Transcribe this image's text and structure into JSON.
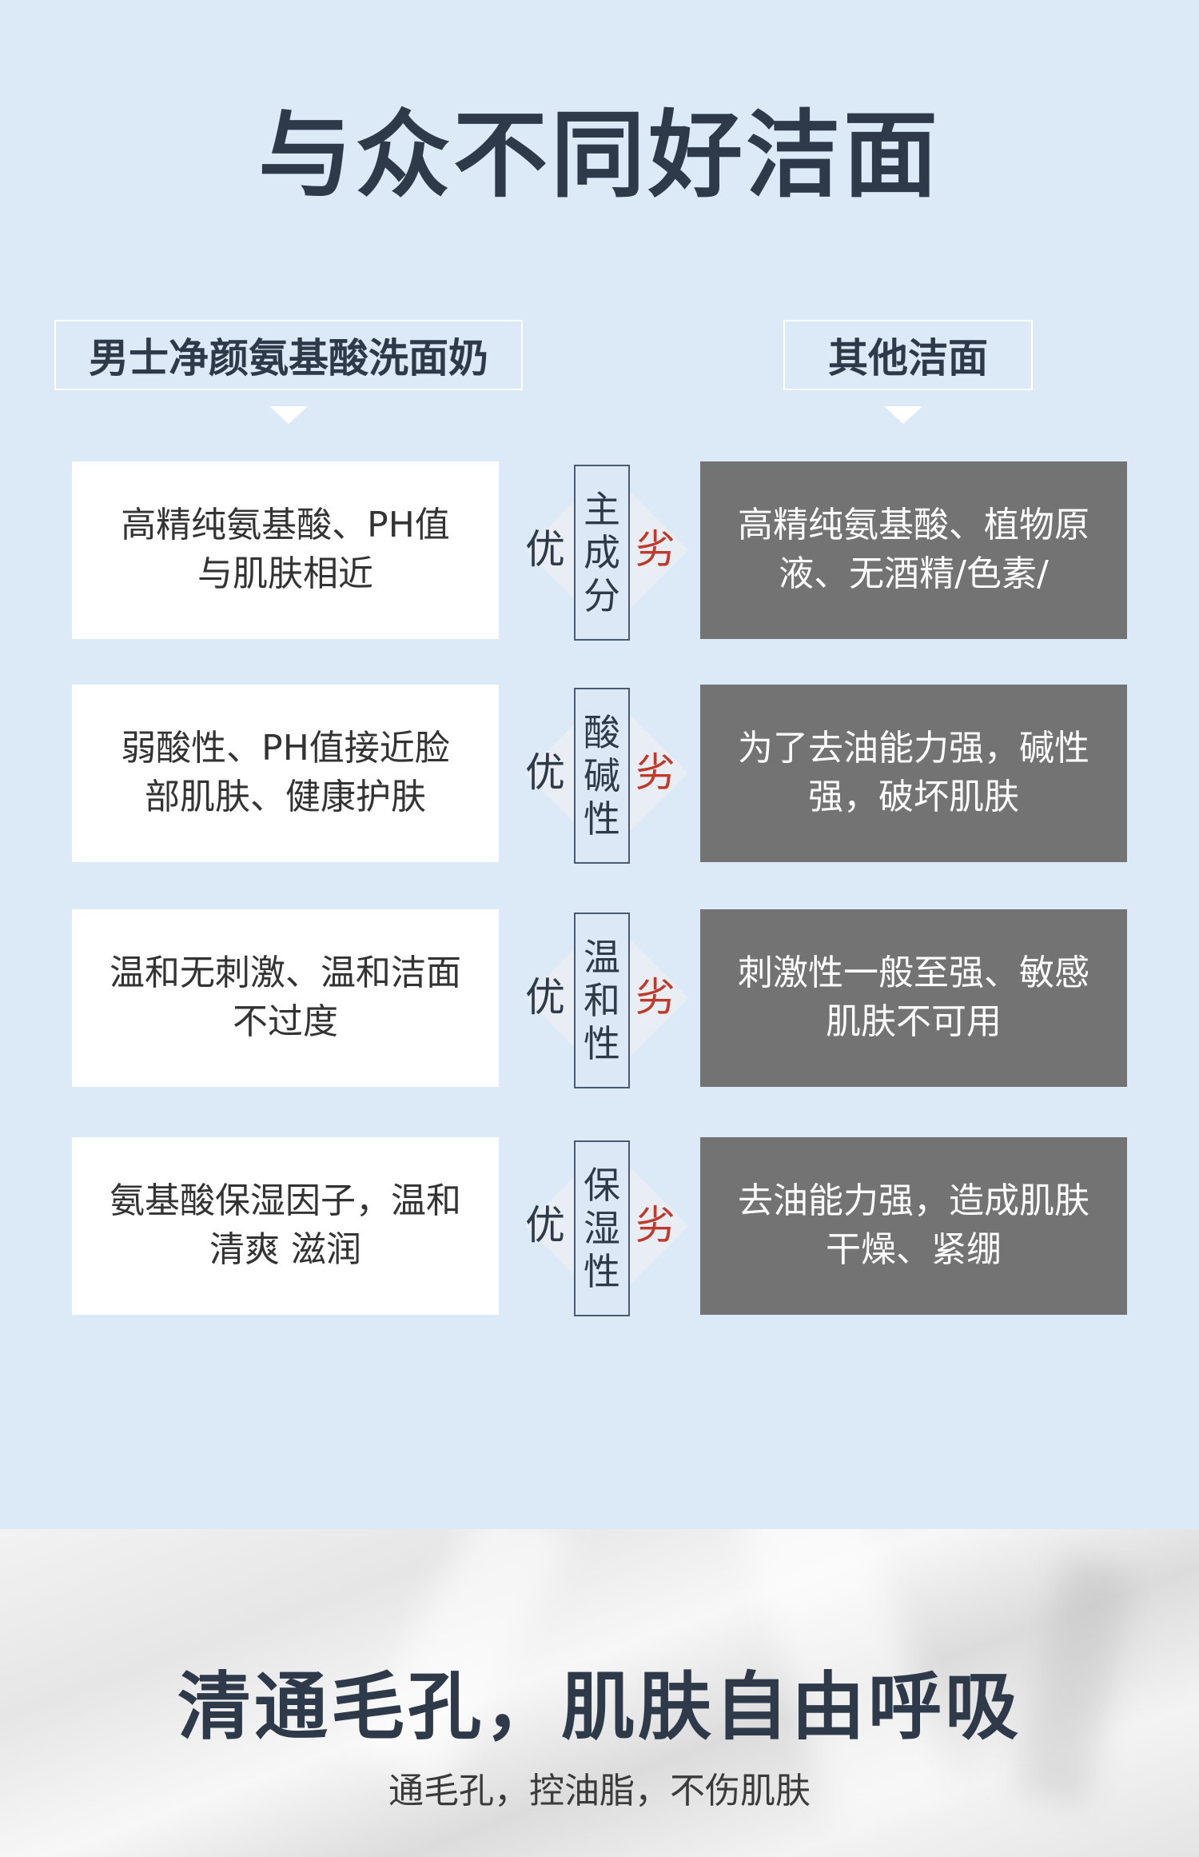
{
  "title": "与众不同好洁面",
  "headers": {
    "left": "男士净颜氨基酸洗面奶",
    "right": "其他洁面"
  },
  "rows": [
    {
      "label": [
        "主",
        "成",
        "分"
      ],
      "good": "优",
      "bad": "劣",
      "left_line1": "高精纯氨基酸、PH值",
      "left_line2": "与肌肤相近",
      "right_line1": "高精纯氨基酸、植物原",
      "right_line2": "液、无酒精/色素/"
    },
    {
      "label": [
        "酸",
        "碱",
        "性"
      ],
      "good": "优",
      "bad": "劣",
      "left_line1": "弱酸性、PH值接近脸",
      "left_line2": "部肌肤、健康护肤",
      "right_line1": "为了去油能力强，碱性",
      "right_line2": "强，破坏肌肤"
    },
    {
      "label": [
        "温",
        "和",
        "性"
      ],
      "good": "优",
      "bad": "劣",
      "left_line1": "温和无刺激、温和洁面",
      "left_line2": "不过度",
      "right_line1": "刺激性一般至强、敏感",
      "right_line2": "肌肤不可用"
    },
    {
      "label": [
        "保",
        "湿",
        "性"
      ],
      "good": "优",
      "bad": "劣",
      "left_line1": "氨基酸保湿因子，温和",
      "left_line2": "清爽 滋润",
      "right_line1": "去油能力强，造成肌肤",
      "right_line2": "干燥、紧绷"
    }
  ],
  "bottom": {
    "title": "清通毛孔，肌肤自由呼吸",
    "subtitle": "通毛孔，控油脂，不伤肌肤"
  },
  "colors": {
    "background": "#dce9f7",
    "dark_text": "#2e3a4a",
    "bad_red": "#c0392b",
    "gray_cell": "#737373"
  }
}
